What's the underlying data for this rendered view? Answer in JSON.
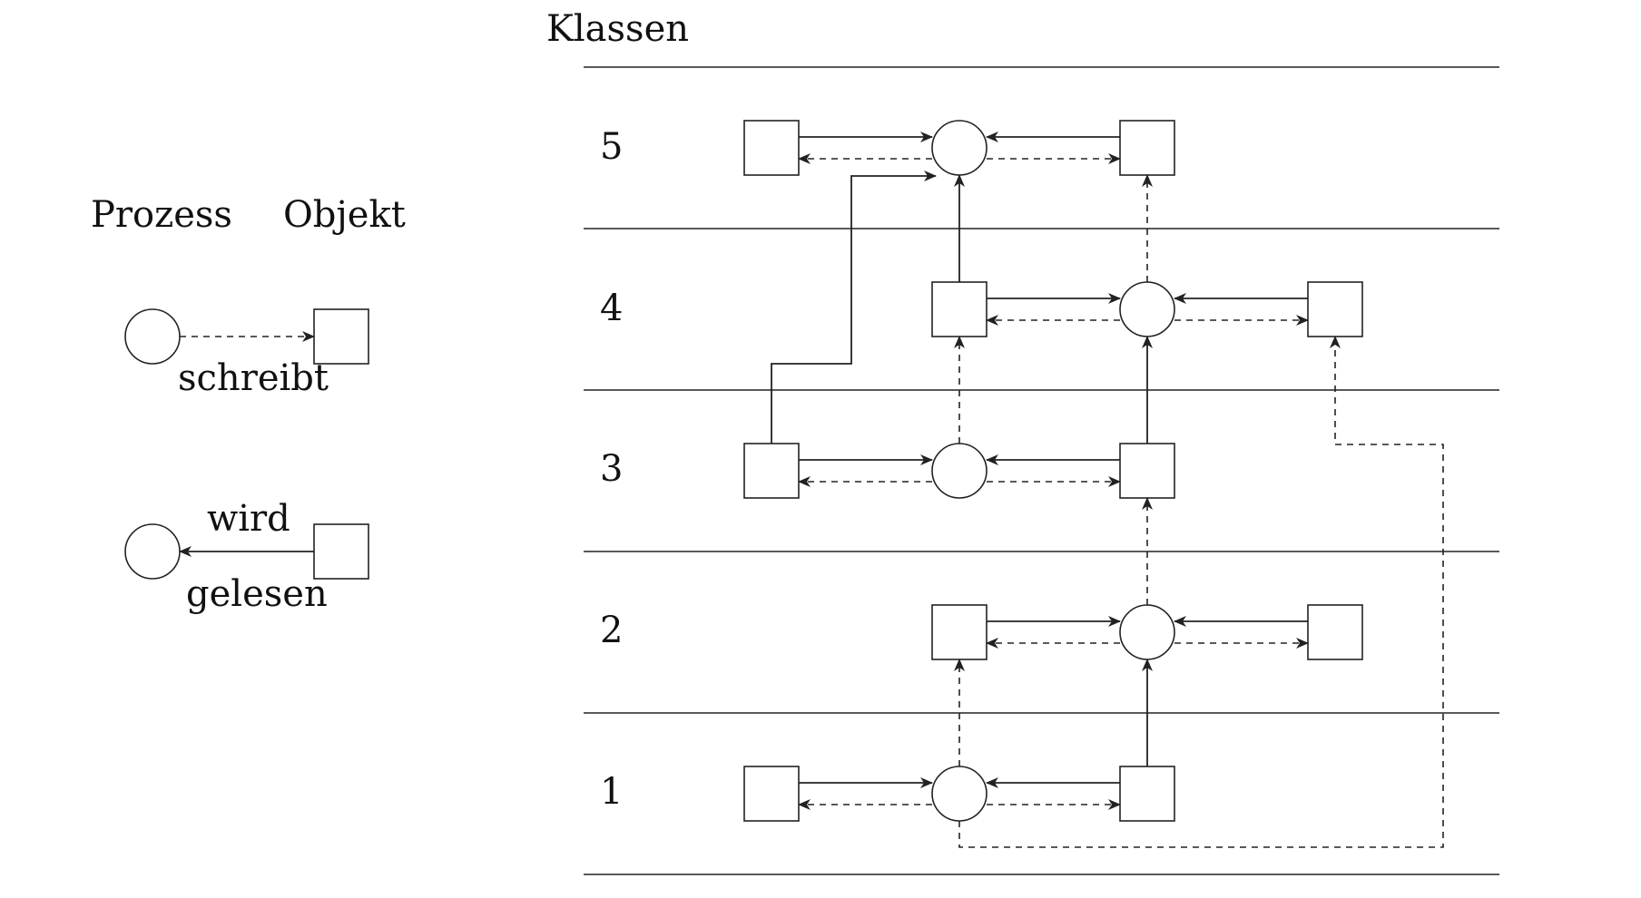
{
  "diagram": {
    "title": "Klassen",
    "legend": {
      "process_label": "Prozess",
      "object_label": "Objekt",
      "writes_label": "schreibt",
      "read_label_top": "wird",
      "read_label_bottom": "gelesen"
    },
    "classes": [
      "5",
      "4",
      "3",
      "2",
      "1"
    ],
    "colors": {
      "stroke": "#222222",
      "fill": "#ffffff",
      "text": "#111111"
    },
    "icons": {
      "process": "circle",
      "object": "square",
      "write_relation": "dashed-arrow",
      "read_relation": "solid-arrow"
    }
  }
}
